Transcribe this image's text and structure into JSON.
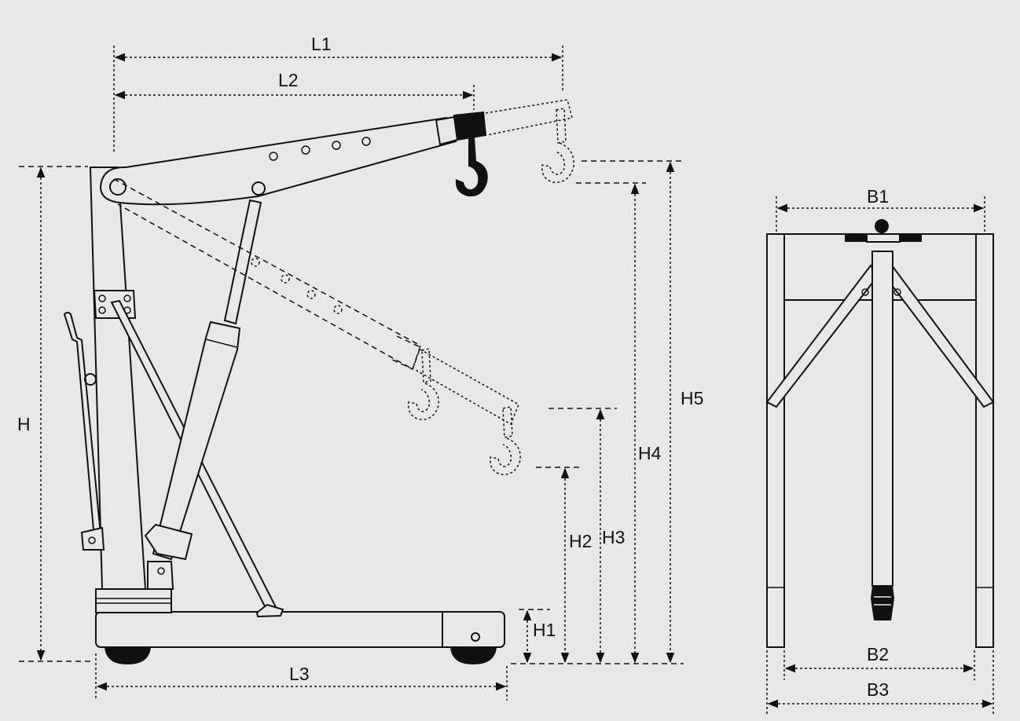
{
  "colors": {
    "background": "#e8e8e8",
    "line": "#111111"
  },
  "labels": {
    "L1": "L1",
    "L2": "L2",
    "L3": "L3",
    "H": "H",
    "H1": "H1",
    "H2": "H2",
    "H3": "H3",
    "H4": "H4",
    "H5": "H5",
    "B1": "B1",
    "B2": "B2",
    "B3": "B3"
  }
}
